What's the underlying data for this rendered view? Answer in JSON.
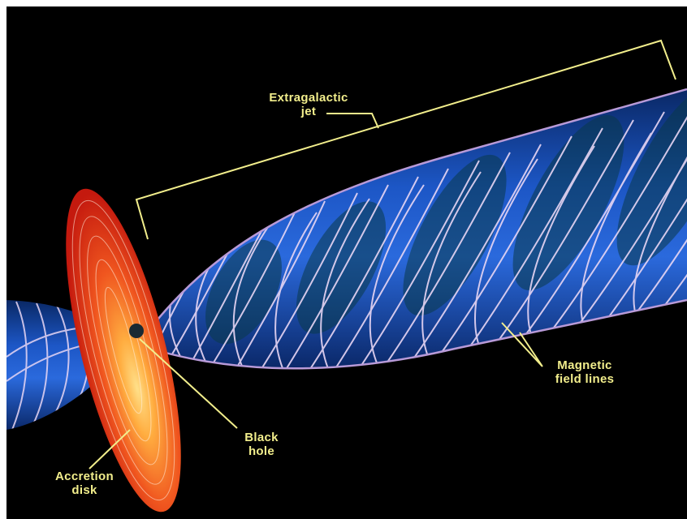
{
  "colors": {
    "background": "#000000",
    "frame": "#ffffff",
    "label": "#f2ee8c",
    "jet": "#1f5fd6",
    "field_lines": "#e6d2f2",
    "disk_outer": "#e8321c",
    "disk_inner": "#ffb347"
  },
  "labels": {
    "extragalactic_jet": {
      "line1": "Extragalactic",
      "line2": "jet"
    },
    "magnetic_field_lines": {
      "line1": "Magnetic",
      "line2": "field lines"
    },
    "black_hole": {
      "line1": "Black",
      "line2": "hole"
    },
    "accretion_disk": {
      "line1": "Accretion",
      "line2": "disk"
    }
  }
}
